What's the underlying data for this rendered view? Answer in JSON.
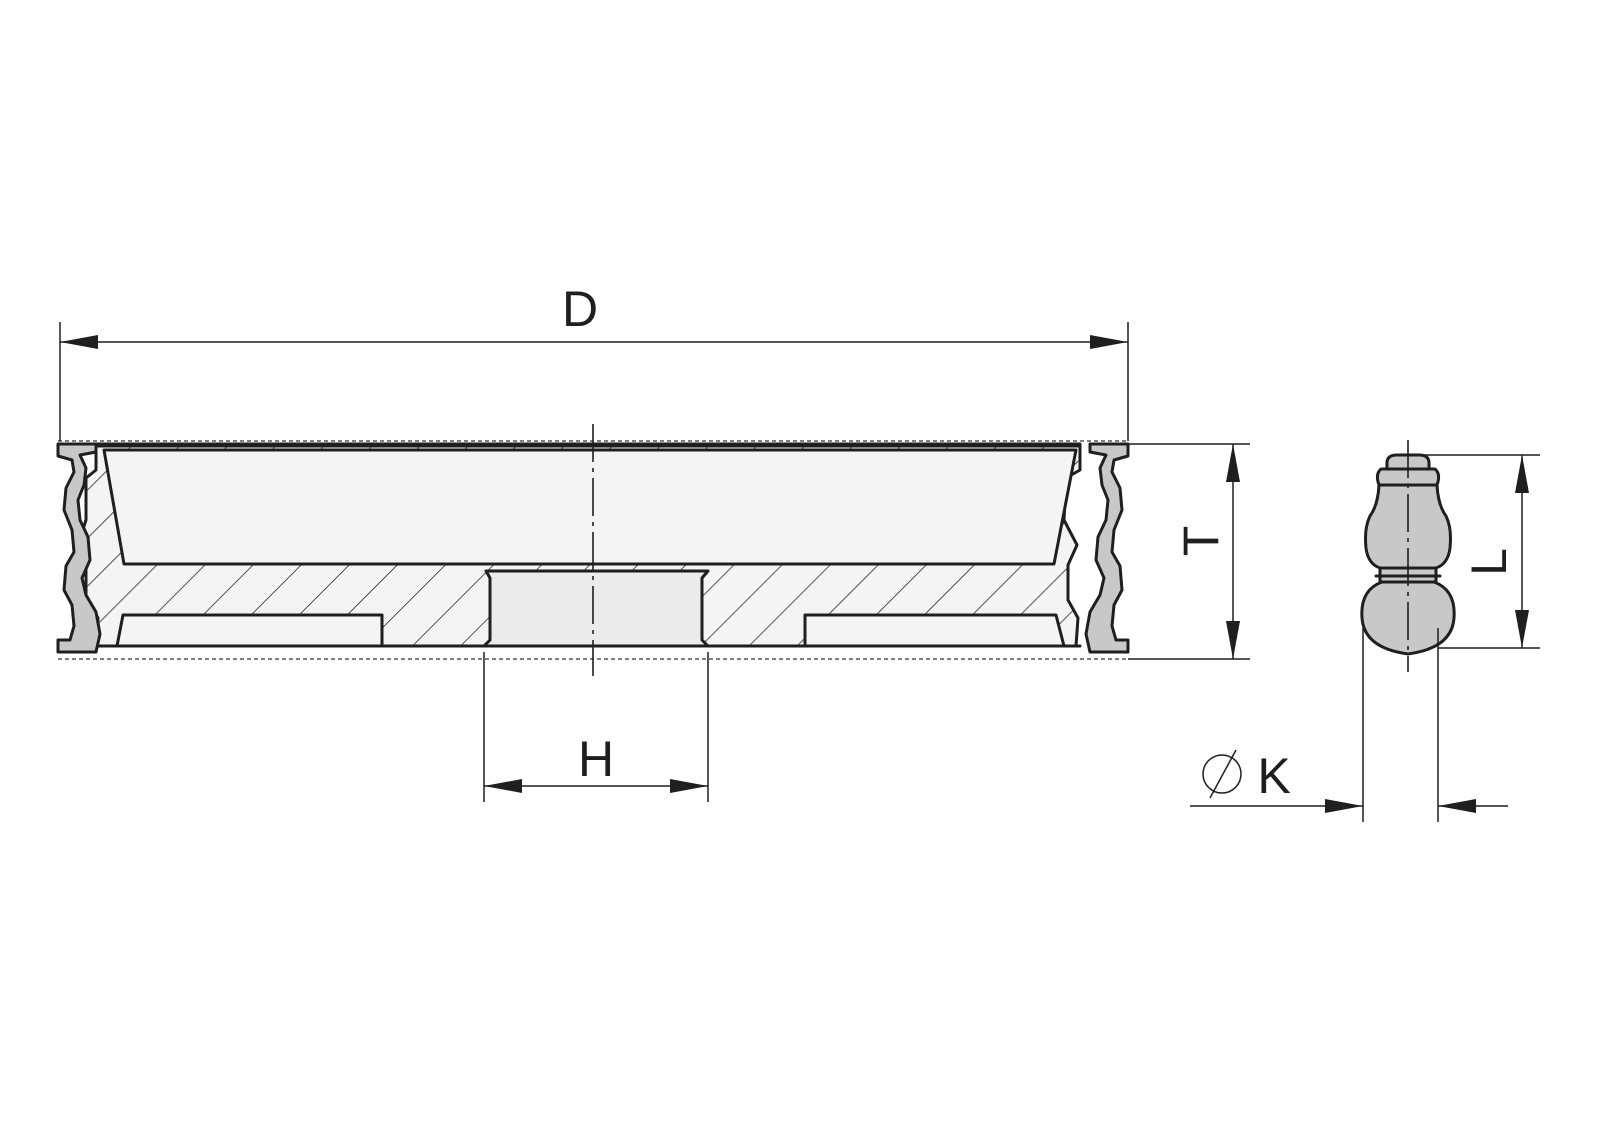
{
  "dimensions": {
    "outer_diameter": "D",
    "thickness": "T",
    "bore": "H",
    "profile_length": "L",
    "profile_diameter_symbol": "⌀",
    "profile_diameter": "K"
  },
  "colors": {
    "line": "#1f1f1f",
    "section_fill": "#f4f4f4",
    "bore_fill": "#ebebeb",
    "profile_fill": "#c8c8c8",
    "background": "#ffffff"
  }
}
